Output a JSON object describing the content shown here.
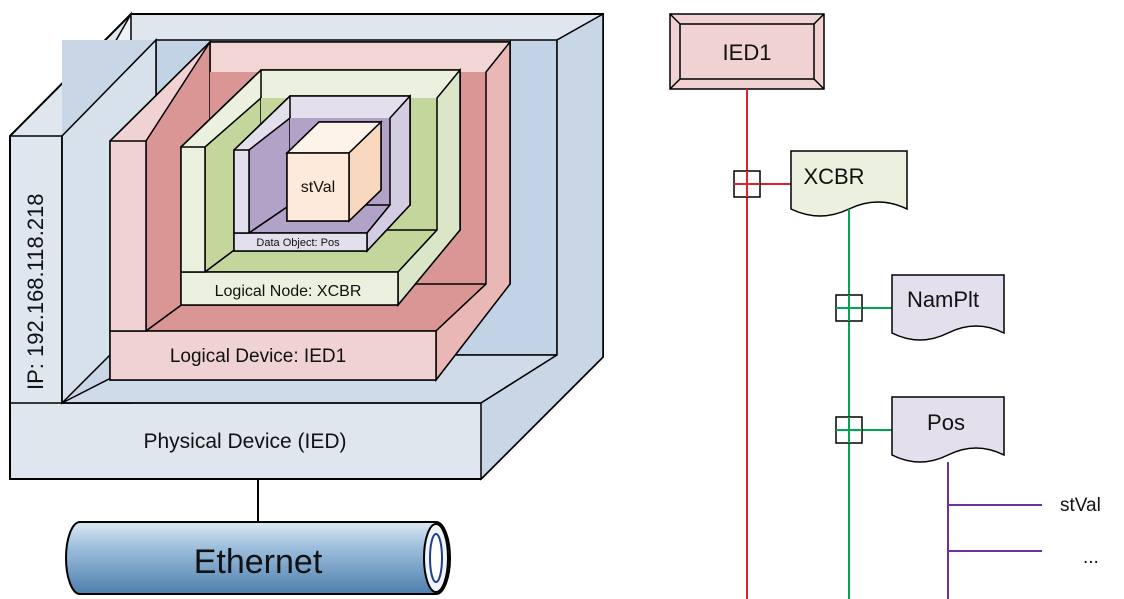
{
  "left_diagram": {
    "ip_label": "IP: 192.168.118.218",
    "physical_device_label": "Physical Device (IED)",
    "logical_device_label": "Logical Device: IED1",
    "logical_node_label": "Logical Node: XCBR",
    "data_object_label": "Data Object: Pos",
    "attribute_label": "stVal",
    "network_label": "Ethernet"
  },
  "right_tree": {
    "root_label": "IED1",
    "logical_node_label": "XCBR",
    "data_objects": [
      {
        "label": "NamPlt"
      },
      {
        "label": "Pos"
      }
    ],
    "attributes": [
      {
        "label": "stVal"
      },
      {
        "label": "..."
      }
    ]
  },
  "colors": {
    "physical_device": "#dfe6ee",
    "logical_device": "#f0d2d2",
    "logical_device_inner": "#d99694",
    "logical_node": "#ebf1de",
    "logical_node_inner": "#c3d69b",
    "data_object": "#e4dfec",
    "data_object_inner": "#b3a2c7",
    "attribute": "#fdeada",
    "ethernet": "#7aa4c8",
    "line_red": "#e0202a",
    "line_green": "#00a650",
    "line_purple": "#7030a0",
    "node_green": "#ebf1de",
    "node_purple": "#e4dfec"
  }
}
